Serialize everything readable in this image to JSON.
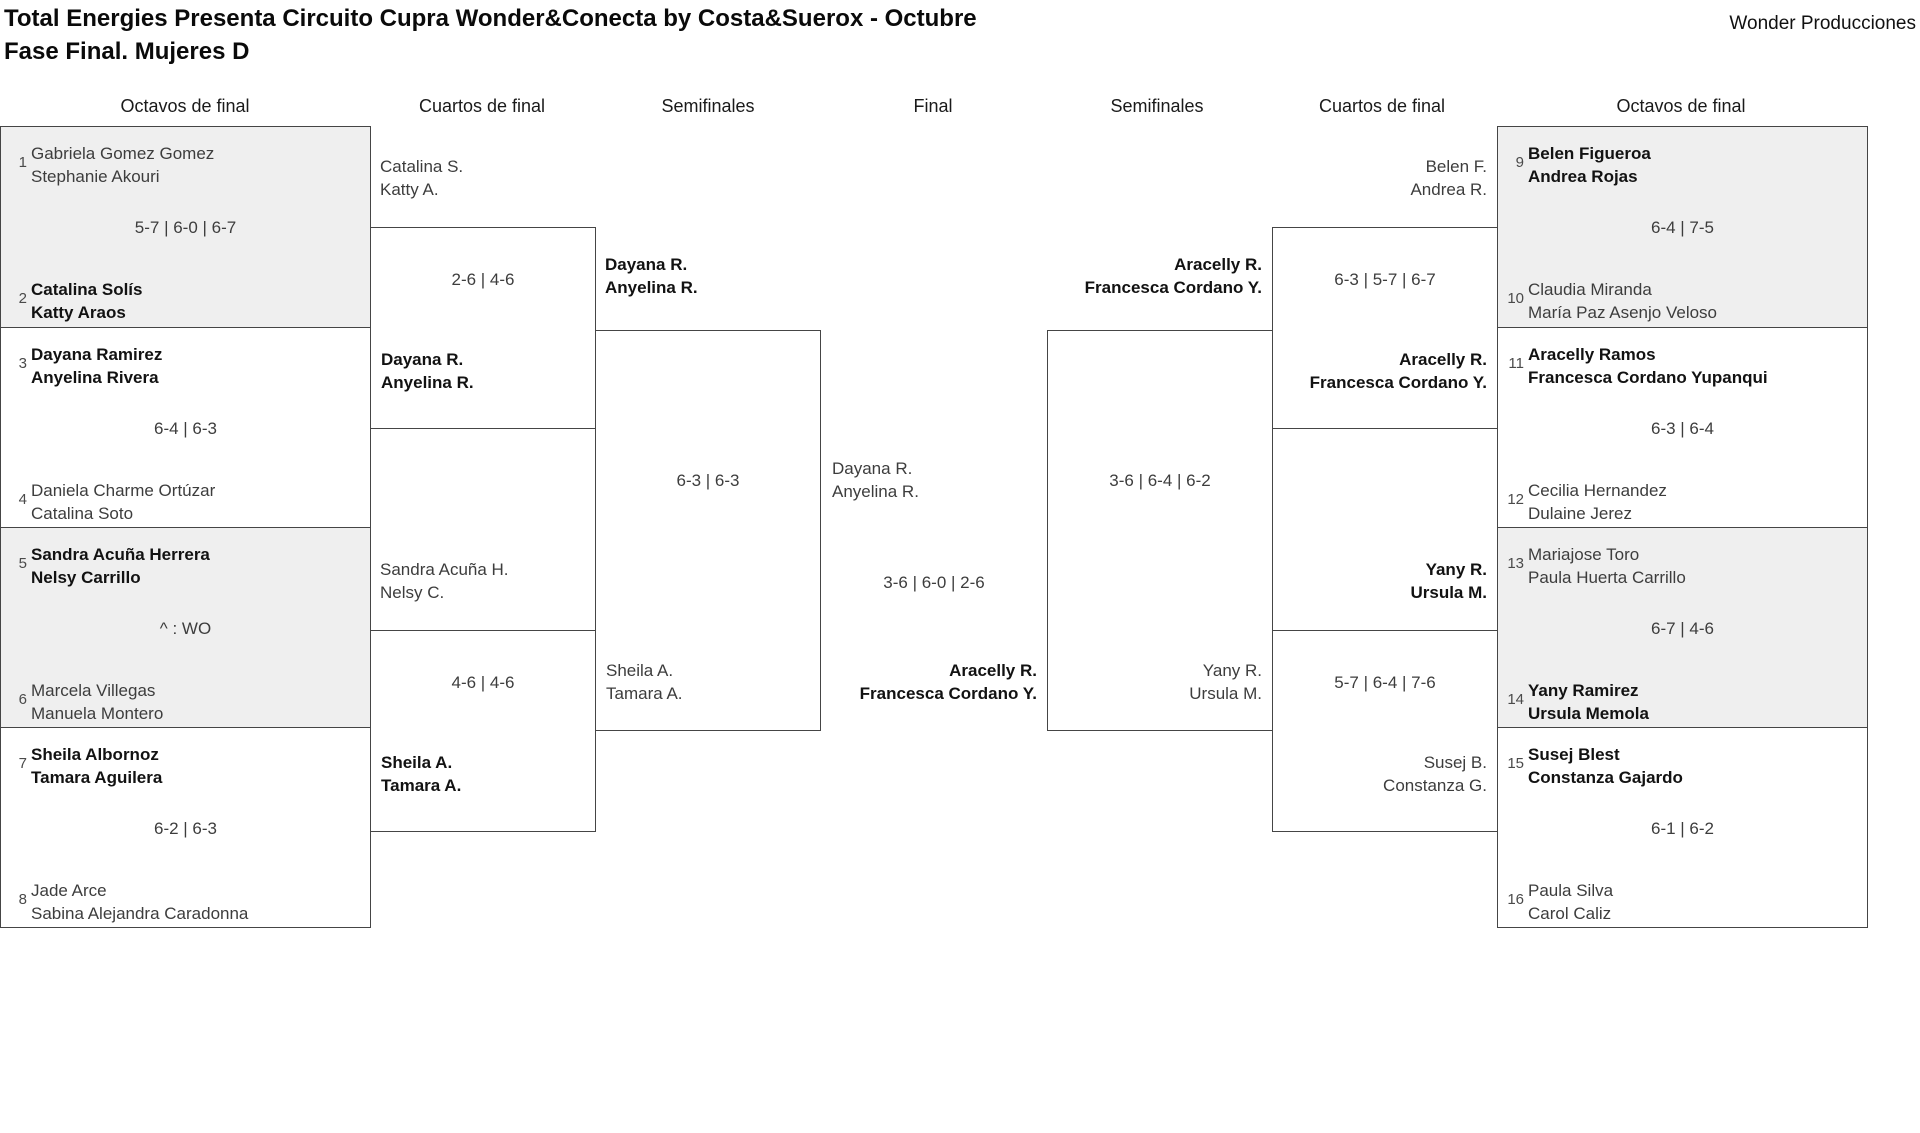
{
  "header": {
    "title": "Total Energies Presenta Circuito Cupra Wonder&Conecta by Costa&Suerox - Octubre",
    "subtitle": "Fase Final. Mujeres D",
    "organizer": "Wonder Producciones"
  },
  "rounds": [
    "Octavos de final",
    "Cuartos de final",
    "Semifinales",
    "Final",
    "Semifinales",
    "Cuartos de final",
    "Octavos de final"
  ],
  "r16_left": [
    {
      "seed_a": "1",
      "team_a1": "Gabriela Gomez Gomez",
      "team_a2": "Stephanie Akouri",
      "score": "5-7 | 6-0 | 6-7",
      "seed_b": "2",
      "team_b1": "Catalina Solís",
      "team_b2": "Katty Araos",
      "winner": "b"
    },
    {
      "seed_a": "3",
      "team_a1": "Dayana Ramirez",
      "team_a2": "Anyelina Rivera",
      "score": "6-4 | 6-3",
      "seed_b": "4",
      "team_b1": "Daniela Charme Ortúzar",
      "team_b2": "Catalina Soto",
      "winner": "a"
    },
    {
      "seed_a": "5",
      "team_a1": "Sandra Acuña Herrera",
      "team_a2": "Nelsy Carrillo",
      "score": "^ : WO",
      "seed_b": "6",
      "team_b1": "Marcela Villegas",
      "team_b2": "Manuela Montero",
      "winner": "a"
    },
    {
      "seed_a": "7",
      "team_a1": "Sheila Albornoz",
      "team_a2": "Tamara Aguilera",
      "score": "6-2 | 6-3",
      "seed_b": "8",
      "team_b1": "Jade Arce",
      "team_b2": "Sabina Alejandra Caradonna",
      "winner": "a"
    }
  ],
  "r16_right": [
    {
      "seed_a": "9",
      "team_a1": "Belen Figueroa",
      "team_a2": "Andrea Rojas",
      "score": "6-4 | 7-5",
      "seed_b": "10",
      "team_b1": "Claudia Miranda",
      "team_b2": "María Paz Asenjo Veloso",
      "winner": "a"
    },
    {
      "seed_a": "11",
      "team_a1": "Aracelly Ramos",
      "team_a2": "Francesca Cordano Yupanqui",
      "score": "6-3 | 6-4",
      "seed_b": "12",
      "team_b1": "Cecilia Hernandez",
      "team_b2": "Dulaine Jerez",
      "winner": "a"
    },
    {
      "seed_a": "13",
      "team_a1": "Mariajose Toro",
      "team_a2": "Paula Huerta Carrillo",
      "score": "6-7 | 4-6",
      "seed_b": "14",
      "team_b1": "Yany Ramirez",
      "team_b2": "Ursula Memola",
      "winner": "b"
    },
    {
      "seed_a": "15",
      "team_a1": "Susej Blest",
      "team_a2": "Constanza Gajardo",
      "score": "6-1 | 6-2",
      "seed_b": "16",
      "team_b1": "Paula Silva",
      "team_b2": "Carol Caliz",
      "winner": "a"
    }
  ],
  "qf_left": [
    {
      "top1": "Catalina S.",
      "top2": "Katty A.",
      "score": "2-6 | 4-6",
      "box1": "Dayana R.",
      "box2": "Anyelina R.",
      "winner": "box"
    },
    {
      "top1": "Sandra Acuña H.",
      "top2": "Nelsy C.",
      "score": "4-6 | 4-6",
      "box1": "Sheila A.",
      "box2": "Tamara A.",
      "winner": "box"
    }
  ],
  "qf_right": [
    {
      "top1": "Belen F.",
      "top2": "Andrea R.",
      "score": "6-3 | 5-7 | 6-7",
      "box1": "Aracelly R.",
      "box2": "Francesca Cordano Y.",
      "winner": "box"
    },
    {
      "top1": "Yany R.",
      "top2": "Ursula M.",
      "score": "5-7 | 6-4 | 7-6",
      "box1": "Susej B.",
      "box2": "Constanza G.",
      "winner": "top"
    }
  ],
  "sf_left": {
    "top1": "Dayana R.",
    "top2": "Anyelina R.",
    "score": "6-3 | 6-3",
    "box1": "Sheila A.",
    "box2": "Tamara A.",
    "winner": "top"
  },
  "sf_right": {
    "top1": "Aracelly R.",
    "top2": "Francesca Cordano Y.",
    "score": "3-6 | 6-4 | 6-2",
    "box1": "Yany R.",
    "box2": "Ursula M.",
    "winner": "top"
  },
  "final": {
    "left1": "Dayana R.",
    "left2": "Anyelina R.",
    "score": "3-6 | 6-0 | 2-6",
    "right1": "Aracelly R.",
    "right2": "Francesca Cordano Y.",
    "winner": "right"
  }
}
